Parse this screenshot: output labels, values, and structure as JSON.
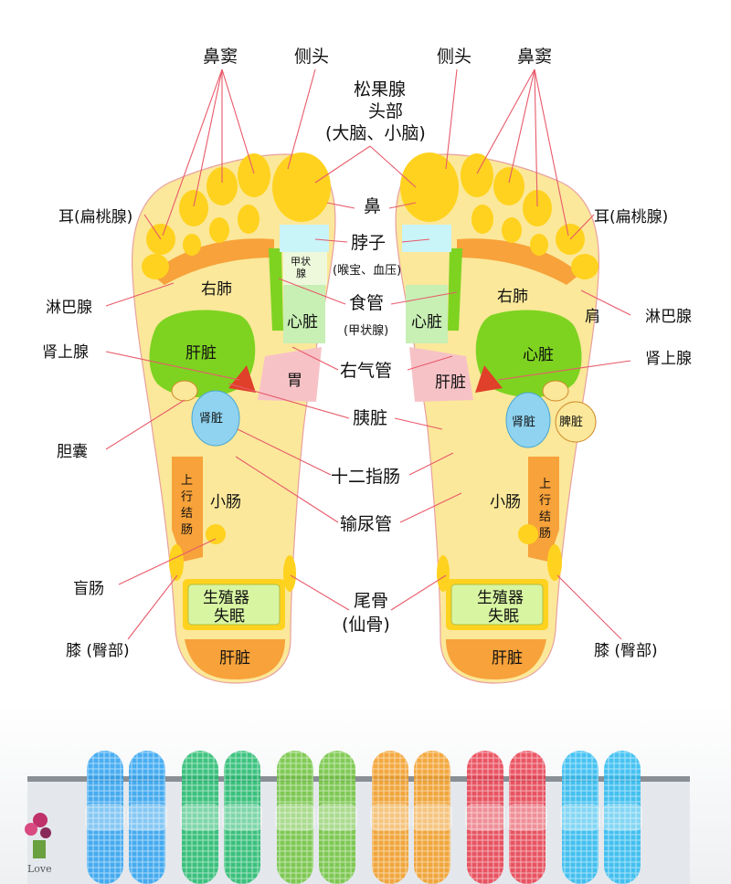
{
  "labels": {
    "nasal_sinus": "鼻窦",
    "side_head": "侧头",
    "pineal_head": "松果腺",
    "head_part": "头部",
    "brain": "(大脑、小脑)",
    "nose": "鼻",
    "ear_tonsil": "耳(扁桃腺)",
    "neck": "脖子",
    "thyroid": "甲状\n腺",
    "throat_bp": "(喉宝、血压)",
    "lymph": "淋巴腺",
    "right_lung": "右肺",
    "esophagus": "食管",
    "esophagus_sub": "(甲状腺)",
    "heart": "心脏",
    "shoulder": "肩",
    "adrenal": "肾上腺",
    "liver": "肝脏",
    "right_trachea": "右气管",
    "stomach": "胃",
    "kidney": "肾脏",
    "spleen": "脾脏",
    "gallbladder": "胆囊",
    "pancreas": "胰脏",
    "duodenum": "十二指肠",
    "ascending_colon": "上\n行\n结\n肠",
    "small_intestine": "小肠",
    "ureter": "输尿管",
    "cecum": "盲肠",
    "genitals": "生殖器",
    "insomnia": "失眠",
    "coccyx": "尾骨",
    "sacrum": "(仙骨)",
    "knee_hip": "膝 (臀部)"
  },
  "colors": {
    "foot_base": "#fbe89a",
    "toe": "#ffd21f",
    "green": "#7ed321",
    "light_green": "#c8efb4",
    "pink": "#f7c2c6",
    "cyan": "#c9f4f8",
    "blue": "#8fd3f0",
    "orange": "#f7a23a",
    "lead": "#e85a6a"
  },
  "photo": {
    "slipper_colors": [
      "#2aa0f0",
      "#1db86a",
      "#6cc23a",
      "#f29a1e",
      "#e83a4a",
      "#28b8f0"
    ],
    "watermark": "Love"
  }
}
